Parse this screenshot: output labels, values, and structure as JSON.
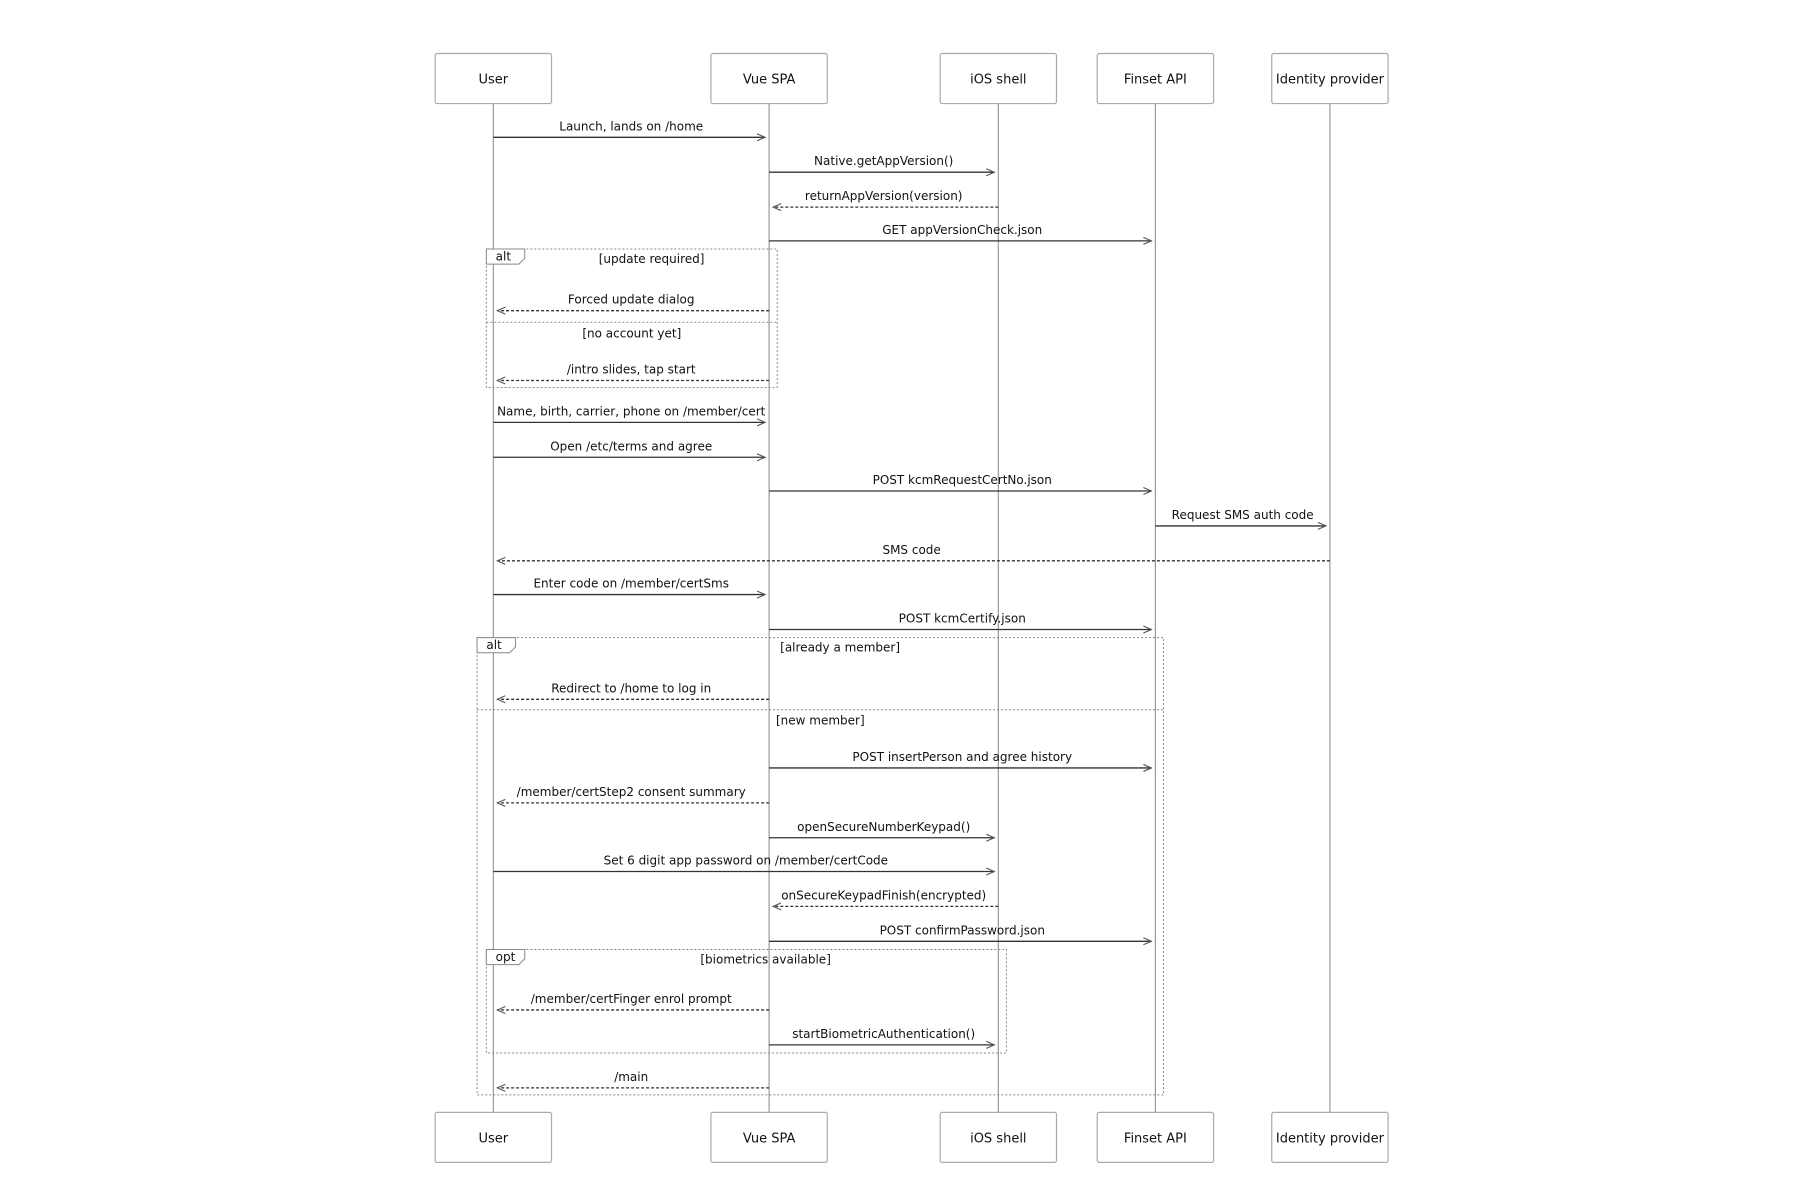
{
  "actors": [
    {
      "id": "user",
      "label": "User"
    },
    {
      "id": "spa",
      "label": "Vue SPA"
    },
    {
      "id": "ios",
      "label": "iOS shell"
    },
    {
      "id": "api",
      "label": "Finset API"
    },
    {
      "id": "idp",
      "label": "Identity provider"
    }
  ],
  "messages": [
    {
      "from": "user",
      "to": "spa",
      "label": "Launch, lands on /home",
      "style": "solid"
    },
    {
      "from": "spa",
      "to": "ios",
      "label": "Native.getAppVersion()",
      "style": "solid"
    },
    {
      "from": "ios",
      "to": "spa",
      "label": "returnAppVersion(version)",
      "style": "dashed"
    },
    {
      "from": "spa",
      "to": "api",
      "label": "GET appVersionCheck.json",
      "style": "solid"
    },
    {
      "from": "spa",
      "to": "user",
      "label": "Forced update dialog",
      "style": "dashed"
    },
    {
      "from": "spa",
      "to": "user",
      "label": "/intro slides, tap start",
      "style": "dashed"
    },
    {
      "from": "user",
      "to": "spa",
      "label": "Name, birth, carrier, phone on /member/cert",
      "style": "solid"
    },
    {
      "from": "user",
      "to": "spa",
      "label": "Open /etc/terms and agree",
      "style": "solid"
    },
    {
      "from": "spa",
      "to": "api",
      "label": "POST kcmRequestCertNo.json",
      "style": "solid"
    },
    {
      "from": "api",
      "to": "idp",
      "label": "Request SMS auth code",
      "style": "solid"
    },
    {
      "from": "idp",
      "to": "user",
      "label": "SMS code",
      "style": "dashed"
    },
    {
      "from": "user",
      "to": "spa",
      "label": "Enter code on /member/certSms",
      "style": "solid"
    },
    {
      "from": "spa",
      "to": "api",
      "label": "POST kcmCertify.json",
      "style": "solid"
    },
    {
      "from": "spa",
      "to": "user",
      "label": "Redirect to /home to log in",
      "style": "dashed"
    },
    {
      "from": "spa",
      "to": "api",
      "label": "POST insertPerson and agree history",
      "style": "solid"
    },
    {
      "from": "spa",
      "to": "user",
      "label": "/member/certStep2 consent summary",
      "style": "dashed"
    },
    {
      "from": "spa",
      "to": "ios",
      "label": "openSecureNumberKeypad()",
      "style": "solid"
    },
    {
      "from": "user",
      "to": "ios",
      "label": "Set 6 digit app password on /member/certCode",
      "style": "solid"
    },
    {
      "from": "ios",
      "to": "spa",
      "label": "onSecureKeypadFinish(encrypted)",
      "style": "dashed"
    },
    {
      "from": "spa",
      "to": "api",
      "label": "POST confirmPassword.json",
      "style": "solid"
    },
    {
      "from": "spa",
      "to": "user",
      "label": "/member/certFinger enrol prompt",
      "style": "dashed"
    },
    {
      "from": "spa",
      "to": "ios",
      "label": "startBiometricAuthentication()",
      "style": "solid"
    },
    {
      "from": "spa",
      "to": "user",
      "label": "/main",
      "style": "dashed"
    }
  ],
  "fragments": [
    {
      "kind": "alt",
      "sections": [
        "[update required]",
        "[no account yet]"
      ]
    },
    {
      "kind": "alt",
      "sections": [
        "[already a member]",
        "[new member]"
      ]
    },
    {
      "kind": "opt",
      "sections": [
        "[biometrics available]"
      ]
    }
  ]
}
